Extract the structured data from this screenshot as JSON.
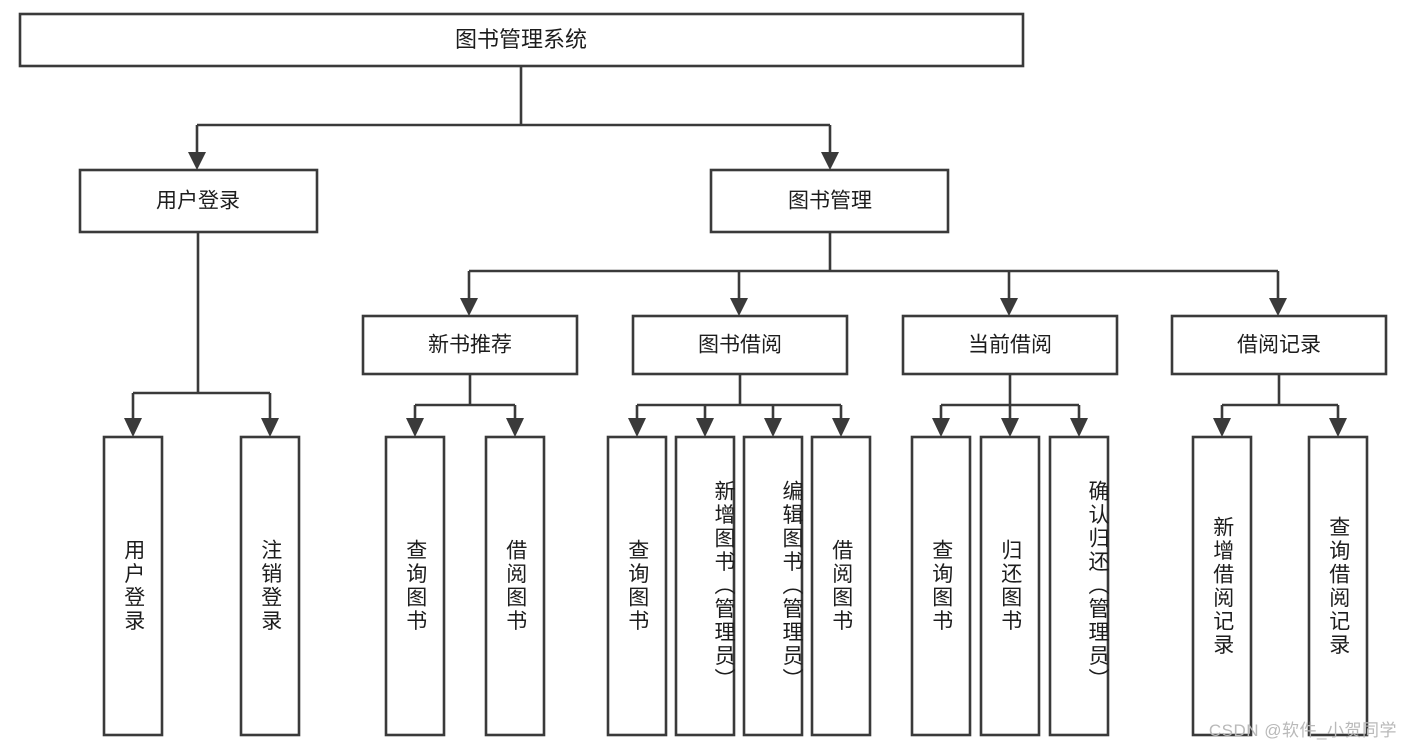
{
  "diagram": {
    "title": "图书管理系统",
    "type": "hierarchy-tree",
    "orientation": "top-down",
    "box_fill": "#ffffff",
    "box_stroke": "#3a3a3a",
    "text_color": "#1d1d1d",
    "background": "#ffffff",
    "root": {
      "label": "图书管理系统"
    },
    "level2": [
      {
        "label": "用户登录"
      },
      {
        "label": "图书管理"
      }
    ],
    "level3": [
      {
        "label": "新书推荐"
      },
      {
        "label": "图书借阅"
      },
      {
        "label": "当前借阅"
      },
      {
        "label": "借阅记录"
      }
    ],
    "leaves": {
      "user_login": [
        {
          "label": "用户登录"
        },
        {
          "label": "注销登录"
        }
      ],
      "new_book_recommend": [
        {
          "label": "查询图书"
        },
        {
          "label": "借阅图书"
        }
      ],
      "book_borrow": [
        {
          "label": "查询图书"
        },
        {
          "label": "新增图书（管理员）"
        },
        {
          "label": "编辑图书（管理员）"
        },
        {
          "label": "借阅图书"
        }
      ],
      "current_borrow": [
        {
          "label": "查询图书"
        },
        {
          "label": "归还图书"
        },
        {
          "label": "确认归还（管理员）"
        }
      ],
      "borrow_record": [
        {
          "label": "新增借阅记录"
        },
        {
          "label": "查询借阅记录"
        }
      ]
    },
    "watermark": "CSDN @软件_小贺同学"
  }
}
